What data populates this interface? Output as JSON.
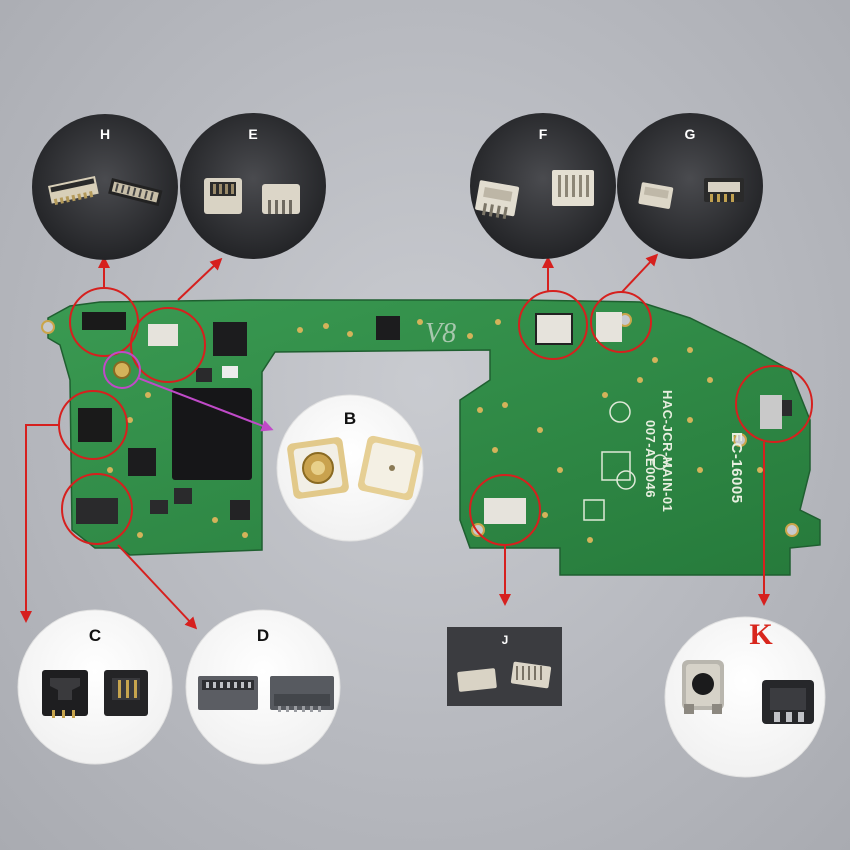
{
  "callouts": {
    "H": "H",
    "E": "E",
    "F": "F",
    "G": "G",
    "B": "B",
    "C": "C",
    "D": "D",
    "J": "J",
    "K": "K"
  },
  "board": {
    "rev_mark": "V8",
    "silkscreen_line1": "HAC-JCR-MAIN-01",
    "silkscreen_line2": "007-AE0046",
    "silkscreen_line3": "EC-16005"
  },
  "colors": {
    "pcb": "#2f8a46",
    "highlight": "#d6201e",
    "arrow_b": "#c04ac8"
  }
}
